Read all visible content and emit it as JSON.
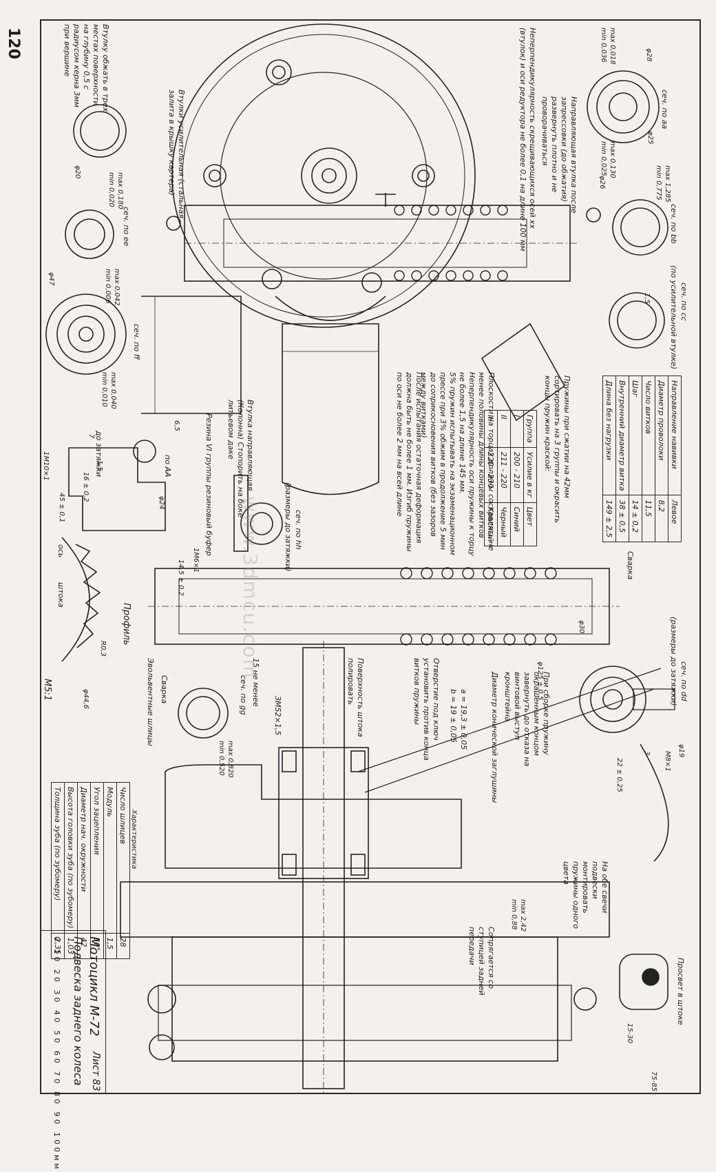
{
  "page_number": "120",
  "sheet": "Лист 83",
  "title": "Мотоцикл М-72",
  "subtitle": "Подвеска заднего колеса",
  "scale_bar": {
    "ticks": [
      "0",
      "10",
      "20",
      "30",
      "40",
      "50",
      "60",
      "70",
      "80",
      "90",
      "100мм"
    ]
  },
  "watermark": "www.3dmcu.com",
  "section_labels": {
    "aa": "сеч. по аа",
    "bb": "сеч. по bb",
    "cc": "сеч. по cc",
    "cc_note": "(по усилительной втулке)",
    "dd": "сеч. по dd",
    "dd_note": "(размеры до затяжки)",
    "ee": "сеч. по ee",
    "ff": "сеч. по ff",
    "gg": "сеч. по gg",
    "hh": "сеч. по hh",
    "hh_note": "(размеры до затяжки)",
    "AA": "по AA",
    "profile": "Профиль",
    "profile_scale": "M5:1",
    "axis": "ось",
    "rod": "штока"
  },
  "notes": {
    "bushing_top": "Втулки усилительная (стальная, залита в крышку картера)",
    "sleeve_reinforce": "Втулку обжать в трех местах поверхности на глубину 0,5 с радиусом керна 3мм при вершине",
    "guide_bushing": "Направляющая втулка после запрессовки (до обжатия) развернуть плотно и не проворачиваться",
    "nonperpendicularity": "Неперпендикулярность скрещивающихся осей xx (втулок) и оси редуктора не более 0,1 на длине 100 мм",
    "guide_crown": "Втулка направляющая (Колонна) Стопорить на боке литьевом даке",
    "rubber": "Резина VI группы резиновый буфер",
    "spring_sort": "Пружины при сжатии на 42мм сортировать на 3 группы и окрасить концы пружин краской:",
    "spring_surfaces": "Плоскости на торцах должны составлять не менее половины длины концевых витков",
    "spring_nonperp": "Неперпендикулярность оси пружины к торцу не более 1,5 на длине 145 мм.",
    "spring_test": "5% пружин испытывать на экзаменационном прессе при 3% обжим в продолжение 5 мин до соприкосновения витков (без зазоров между витками)",
    "spring_residual": "После испытания остаточная деформация должна быть не более 1 мм. Изгиб пружины по оси не более 2 мм на всей длине",
    "spring_assembly": "При сборке пружину окрашенным концом завернуть до отказа на винтовой выступ кронштейна",
    "cone_diameter": "Диаметр конической заглушины",
    "cone_a": "a = 19,3 ± 0,05",
    "cone_b": "b = 19 ± 0,05",
    "spring_ends": "Отверстие под ключ установить против конца витков пружины",
    "rod_surface": "Поверхность штока полировать",
    "splines": "Эвольвентные шлицы",
    "hub": "Сопрягается со ступицей задней передачи",
    "springs_same": "На обе свечи подвески монтировать пружины одного цвета",
    "gap_check": "Просвет в штоке",
    "welding_1": "Сварка",
    "welding_2": "Сварка",
    "not_less_15": "15 не менее",
    "thread": "ЗМ52×1,5",
    "before_tightening": "до затяжки"
  },
  "spring_table": {
    "headers": [
      "",
      "Левое"
    ],
    "rows": [
      [
        "Направление навивки",
        "Левое"
      ],
      [
        "Диаметр проволоки",
        "8,2"
      ],
      [
        "Число витков",
        "11,5"
      ],
      [
        "Шаг",
        "14 ± 0,2"
      ],
      [
        "Внутренний диаметр витка",
        "38 ± 0,5"
      ],
      [
        "Длина без нагрузки",
        "149 ± 2,5"
      ]
    ]
  },
  "group_table": {
    "headers": [
      "Группа",
      "Усилие в кг",
      "Цвет"
    ],
    "rows": [
      [
        "I",
        "200 - 210",
        "Синий"
      ],
      [
        "II",
        "211 - 220",
        "Черный"
      ],
      [
        "III",
        "220 - 230",
        "Красный"
      ]
    ]
  },
  "spline_table": {
    "title": "Характеристика",
    "rows": [
      [
        "Число шлицев",
        "28"
      ],
      [
        "Модуль",
        "1,5"
      ],
      [
        "Угол зацепления",
        "30°"
      ],
      [
        "Диаметр нач. окружности",
        "42"
      ],
      [
        "Высота головки зуба (по зубомеру)",
        "1,03"
      ],
      [
        "Толщина зуба (по зубомеру)",
        "2,35"
      ]
    ]
  },
  "dimensions": {
    "d28": "φ28",
    "d25": "φ25",
    "d26": "φ26",
    "d20": "φ20",
    "d47": "φ47",
    "d24": "φ24",
    "d30": "φ30",
    "d44_6": "φ44,6",
    "r03": "R0,3",
    "d125": "φ125 ± 0,5",
    "d19": "φ19",
    "m8": "M8×1",
    "d45": "45 ± 0,1",
    "d14_5": "14,5 ± 0,2",
    "d22": "22 ± 0,25",
    "d1_5": "1,5",
    "d15_30": "15-30",
    "d75_85": "75-85",
    "d65": "6,5",
    "d7": "7",
    "d1m10": "1M10×1",
    "d1m6": "1M6×1",
    "d3": "3",
    "d16": "16 ± 0,2",
    "d15": "1,5",
    "max0018": "max 0,018",
    "min0036": "min 0,036",
    "max0130": "max 0,130",
    "min0025": "min 0,025",
    "max1285": "max 1,285",
    "min0775": "min 0,775",
    "max0180": "max 0,180",
    "min0020": "min 0,020",
    "max0042": "max 0,042",
    "min0006": "min 0,006",
    "max0040": "max 0,040",
    "min0010": "min 0,010",
    "max0820": "max 0,820",
    "min0520": "min 0,520",
    "max242": "max 2,42",
    "min088": "min 0,88"
  }
}
